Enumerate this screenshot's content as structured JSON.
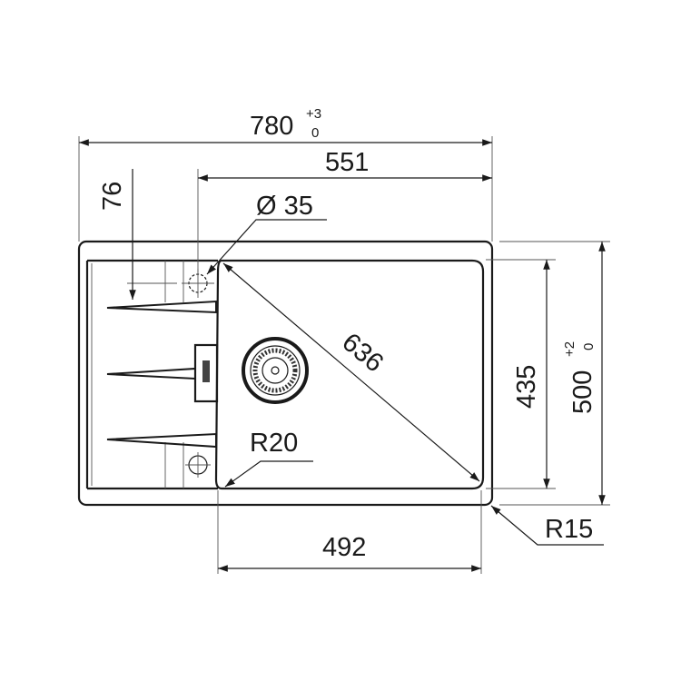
{
  "drawing": {
    "overall_width": {
      "value": "780",
      "tol_upper": "+3",
      "tol_lower": "0"
    },
    "bowl_offset_width": "551",
    "tap_hole_offset": "76",
    "tap_hole_diameter": "Ø 35",
    "bowl_diagonal": "636",
    "bowl_depth_dim": "435",
    "overall_depth": {
      "value": "500",
      "tol_upper": "+2",
      "tol_lower": "0"
    },
    "inner_radius": "R20",
    "bowl_width": "492",
    "outer_radius": "R15"
  }
}
